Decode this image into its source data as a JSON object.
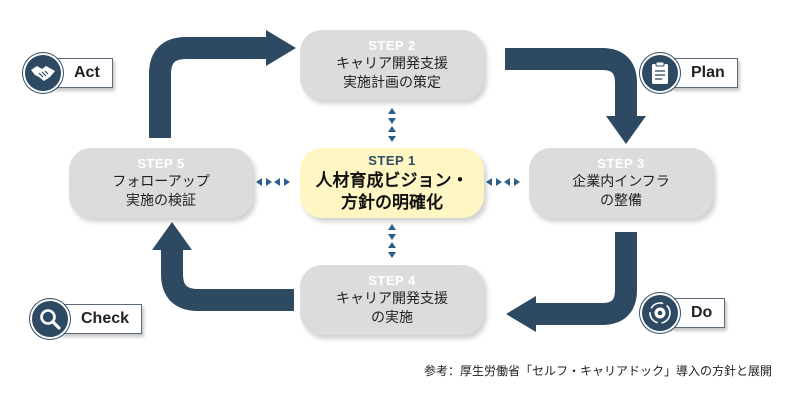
{
  "steps": {
    "step1": {
      "label": "STEP 1",
      "line1": "人材育成ビジョン・",
      "line2": "方針の明確化"
    },
    "step2": {
      "label": "STEP 2",
      "line1": "キャリア開発支援",
      "line2": "実施計画の策定"
    },
    "step3": {
      "label": "STEP 3",
      "line1": "企業内インフラ",
      "line2": "の整備"
    },
    "step4": {
      "label": "STEP 4",
      "line1": "キャリア開発支援",
      "line2": "の実施"
    },
    "step5": {
      "label": "STEP 5",
      "line1": "フォローアップ",
      "line2": "実施の検証"
    }
  },
  "pdca": {
    "act": "Act",
    "plan": "Plan",
    "do": "Do",
    "check": "Check"
  },
  "icons": {
    "act": "handshake-icon",
    "plan": "clipboard-icon",
    "do": "gear-cycle-icon",
    "check": "magnifier-icon"
  },
  "colors": {
    "arrow": "#2e4a63",
    "step_box": "#dcdcdc",
    "central_box": "#fff6c4",
    "connector": "#2e5f8a"
  },
  "footnote": "参考：厚生労働省「セルフ・キャリアドック」導入の方針と展開"
}
